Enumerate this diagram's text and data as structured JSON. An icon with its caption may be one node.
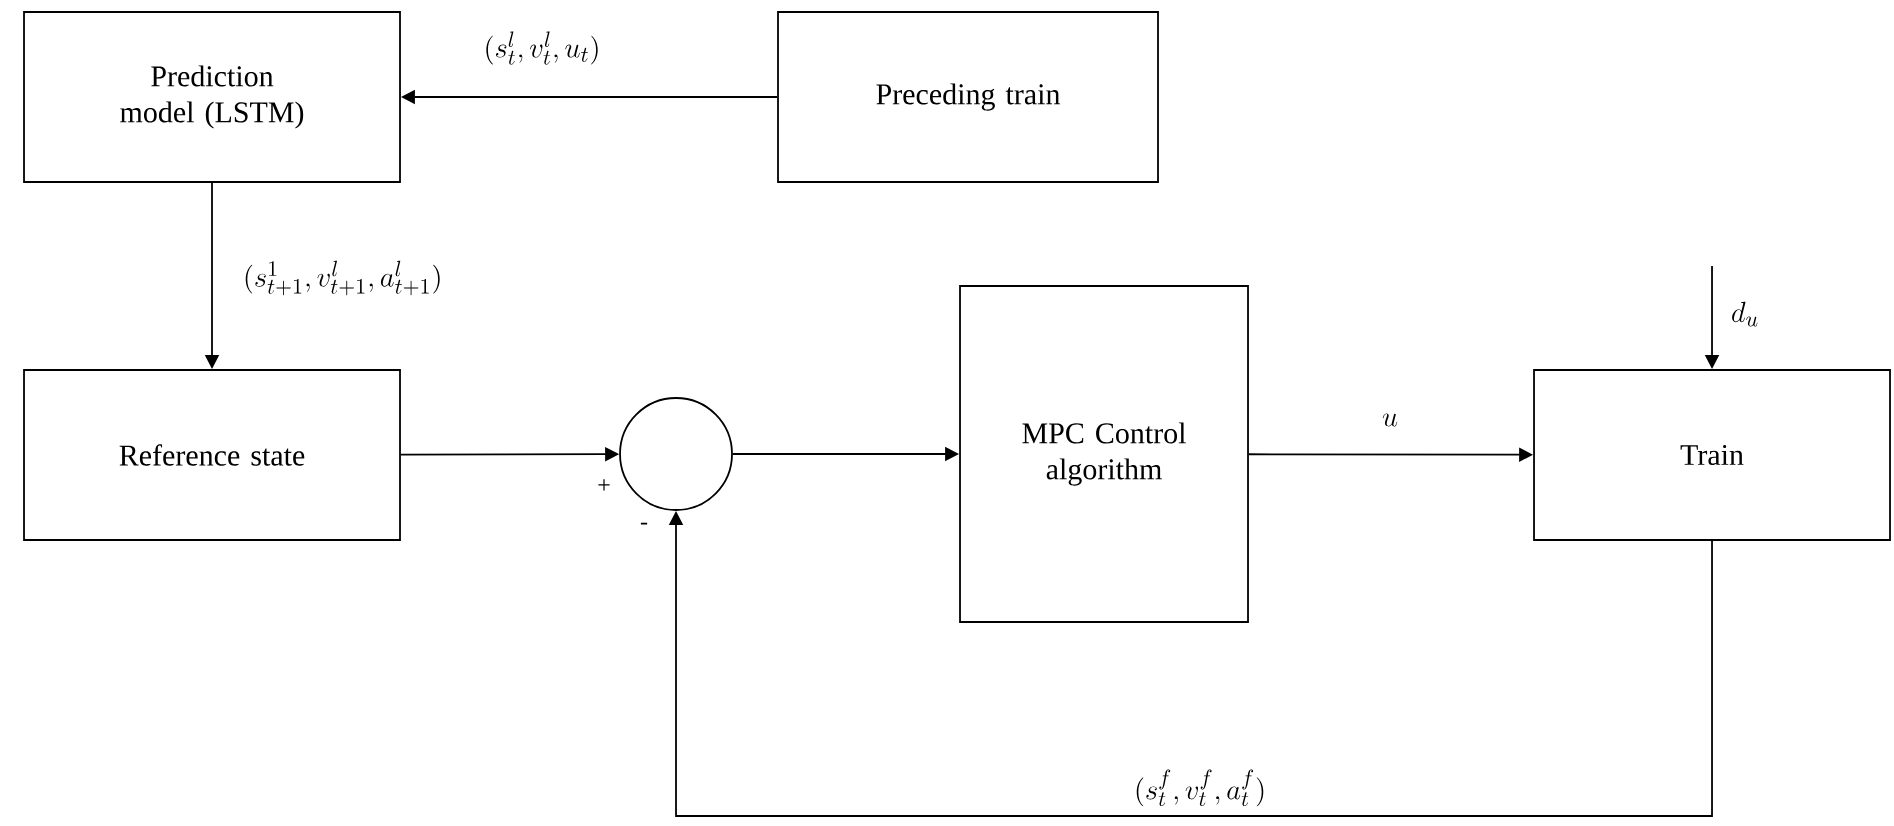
{
  "diagram": {
    "nodes": [
      {
        "text": [
          "Prediction model (LSTM)"
        ]
      },
      {
        "text": [
          "Preceding train"
        ]
      },
      {
        "text": [
          "Reference state"
        ]
      },
      {
        "text": [],
        "shape": "circle"
      },
      {
        "text": [
          "MPC Control algorithm"
        ]
      },
      {
        "text": [
          "Train"
        ]
      }
    ],
    "edges": [
      {
        "from": 1,
        "to": 0,
        "arrow": "to",
        "label": "(s_t^l, v_t^l, u_t)"
      },
      {
        "from": 0,
        "to": 2,
        "arrow": "to",
        "label": "(s^1_{t+1}, v^l_{t+1}, a^l_{t+1})"
      },
      {
        "from": 2,
        "to": 3,
        "arrow": "to"
      },
      {
        "from": 3,
        "to": 4,
        "arrow": "to"
      },
      {
        "from": 4,
        "to": 5,
        "arrow": "to",
        "label": "u"
      },
      {
        "from": null,
        "to": 5,
        "arrow": "to",
        "label": "d_u"
      },
      {
        "from": 5,
        "to": 3,
        "arrow": "to",
        "label": "(s^f_t, v^f_t, a^f_t)"
      }
    ],
    "labels": [
      "+",
      "-"
    ]
  }
}
